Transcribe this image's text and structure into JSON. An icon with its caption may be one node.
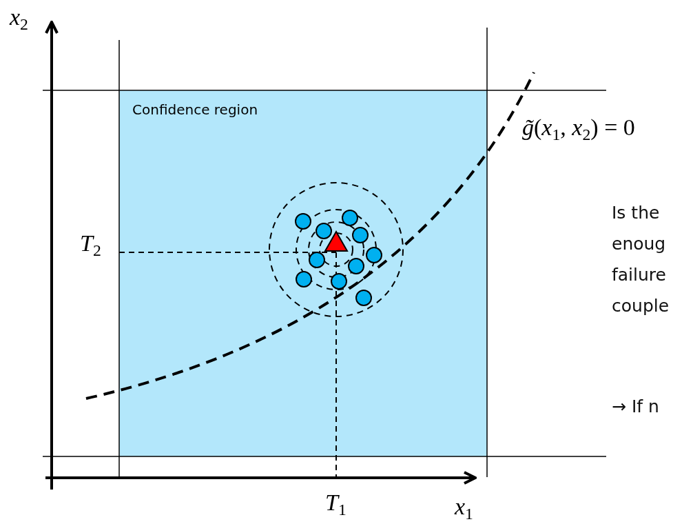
{
  "diagram": {
    "nodes": [
      {
        "text": [
          "Confidence region"
        ]
      }
    ],
    "labels": [
      "*x*$_{2}$",
      "*g̃*(*x*$_{1}$, *x*$_{2}$) = 0",
      "*T*$_{2}$",
      "Is the",
      "enoug",
      "failure",
      "couple",
      "→ If n",
      "*T*$_{1}$",
      "*x*$_{1}$"
    ]
  }
}
